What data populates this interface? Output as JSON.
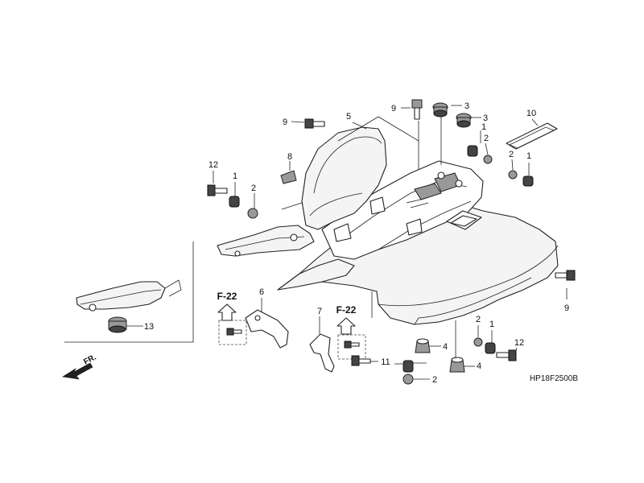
{
  "diagram": {
    "code": "HP18F2500B",
    "front_label": "FR.",
    "ref_labels": [
      "F-22",
      "F-22"
    ],
    "callouts": [
      {
        "id": "c1",
        "label": "1"
      },
      {
        "id": "c2",
        "label": "1"
      },
      {
        "id": "c3",
        "label": "1"
      },
      {
        "id": "c4",
        "label": "1"
      },
      {
        "id": "c5",
        "label": "2"
      },
      {
        "id": "c6",
        "label": "2"
      },
      {
        "id": "c7",
        "label": "2"
      },
      {
        "id": "c8",
        "label": "2"
      },
      {
        "id": "c9",
        "label": "2"
      },
      {
        "id": "c10",
        "label": "3"
      },
      {
        "id": "c11",
        "label": "3"
      },
      {
        "id": "c12",
        "label": "4"
      },
      {
        "id": "c13",
        "label": "4"
      },
      {
        "id": "c14",
        "label": "5"
      },
      {
        "id": "c15",
        "label": "6"
      },
      {
        "id": "c16",
        "label": "7"
      },
      {
        "id": "c17",
        "label": "8"
      },
      {
        "id": "c18",
        "label": "9"
      },
      {
        "id": "c19",
        "label": "9"
      },
      {
        "id": "c20",
        "label": "9"
      },
      {
        "id": "c21",
        "label": "10"
      },
      {
        "id": "c22",
        "label": "11"
      },
      {
        "id": "c23",
        "label": "12"
      },
      {
        "id": "c24",
        "label": "12"
      },
      {
        "id": "c25",
        "label": "13"
      }
    ]
  }
}
